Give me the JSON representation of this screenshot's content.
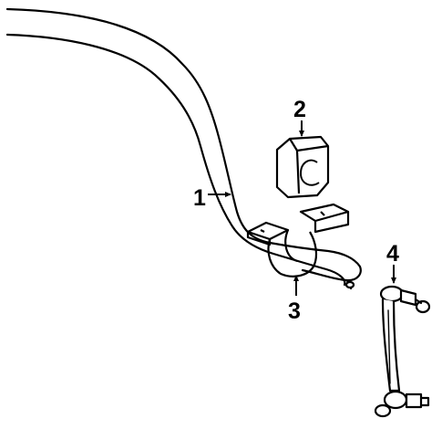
{
  "diagram": {
    "type": "exploded-parts-illustration",
    "parts": [
      {
        "callout": "1",
        "name": "stabilizer-bar"
      },
      {
        "callout": "2",
        "name": "bushing"
      },
      {
        "callout": "3",
        "name": "bushing-bracket"
      },
      {
        "callout": "4",
        "name": "stabilizer-link"
      }
    ],
    "colors": {
      "line": "#000000",
      "background": "#ffffff"
    }
  }
}
